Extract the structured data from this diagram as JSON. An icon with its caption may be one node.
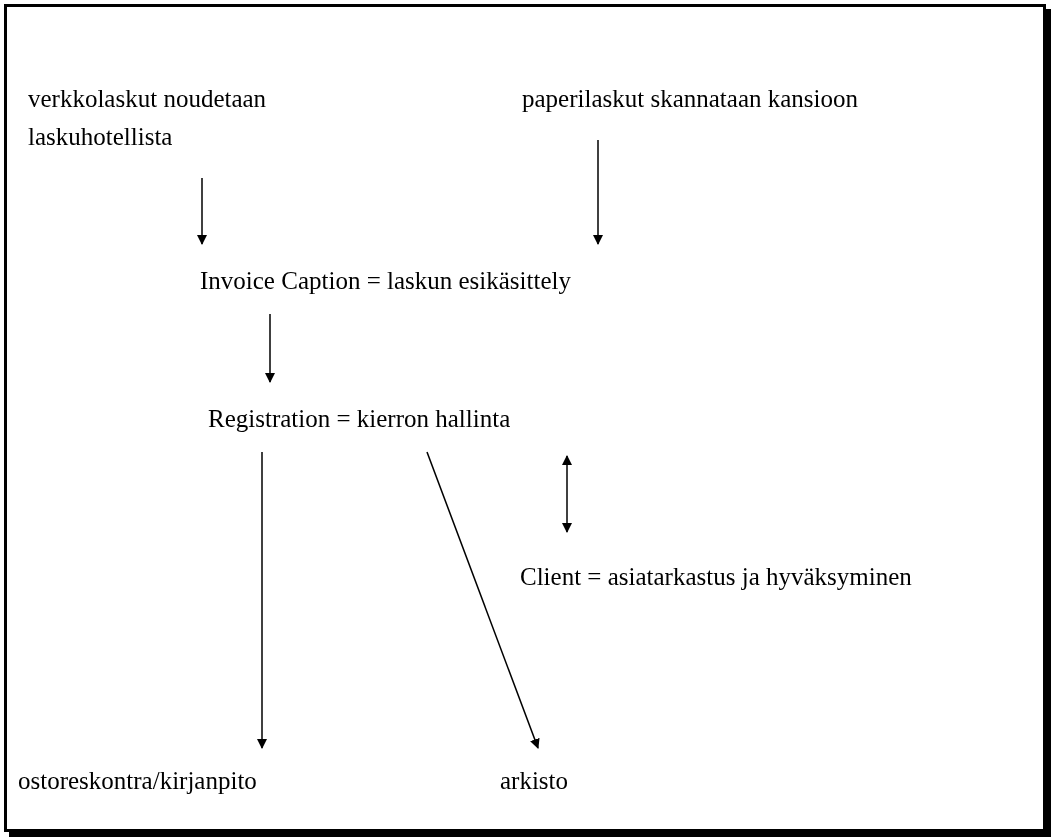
{
  "diagram": {
    "nodes": [
      {
        "text": [
          "verkkolaskut noudetaan laskuhotellista"
        ]
      },
      {
        "text": [
          "paperilaskut skannataan kansioon"
        ]
      },
      {
        "text": [
          "Invoice Caption = laskun esikäsittely"
        ]
      },
      {
        "text": [
          "Registration = kierron hallinta"
        ]
      },
      {
        "text": [
          "Client = asiatarkastus ja hyväksyminen"
        ]
      },
      {
        "text": [
          "ostoreskontra/kirjanpito"
        ]
      },
      {
        "text": [
          "arkisto"
        ]
      }
    ],
    "edges": [
      {
        "from": 0,
        "to": 2,
        "arrow": "to"
      },
      {
        "from": 1,
        "to": 2,
        "arrow": "to"
      },
      {
        "from": 2,
        "to": 3,
        "arrow": "to"
      },
      {
        "from": 3,
        "to": 4,
        "arrow": "both"
      },
      {
        "from": 3,
        "to": 5,
        "arrow": "to"
      },
      {
        "from": 3,
        "to": 6,
        "arrow": "to"
      }
    ]
  }
}
